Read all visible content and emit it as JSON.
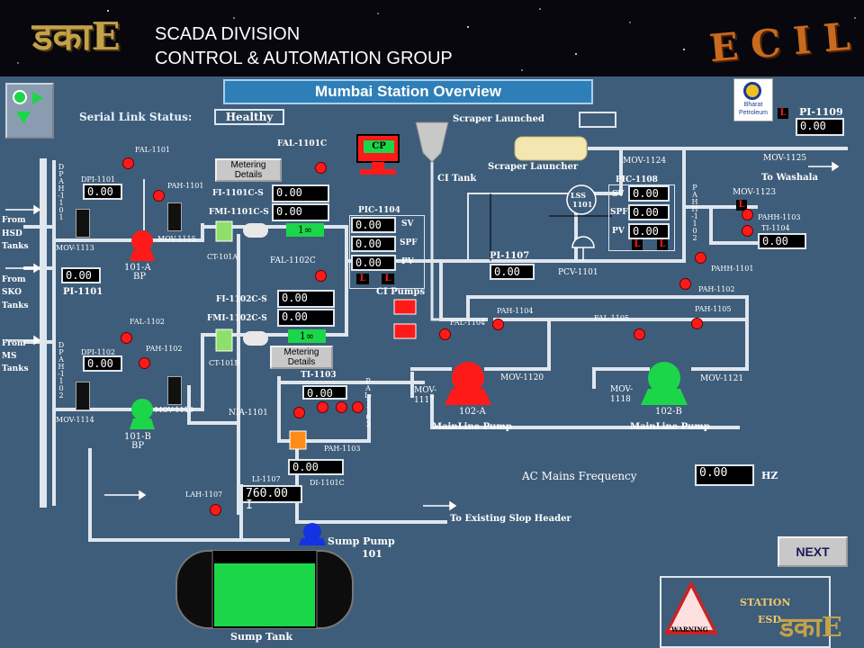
{
  "header": {
    "division": "SCADA DIVISION",
    "group": "CONTROL & AUTOMATION GROUP",
    "ecil_brand": "ECIL"
  },
  "screen": {
    "title": "Mumbai Station Overview",
    "serial_link_label": "Serial Link Status:",
    "serial_link_value": "Healthy",
    "scraper_launched": "Scraper Launched",
    "scraper_launcher": "Scraper Launcher",
    "ci_tank": "CI Tank",
    "ci_pumps": "CI Pumps",
    "to_washala": "To Washala",
    "to_slop": "To Existing Slop Header",
    "ac_freq_label": "AC Mains Frequency",
    "ac_freq_value": "0.00",
    "ac_freq_unit": "HZ",
    "sump_pump": "Sump Pump",
    "sump_pump_no": "101",
    "sump_tank": "Sump Tank",
    "sump_level": 0.85,
    "next_button": "NEXT",
    "station_esd_1": "STATION",
    "station_esd_2": "ESD",
    "warning": "WARNING",
    "cp": "CP",
    "bharat_1": "Bharat",
    "bharat_2": "Petroleum"
  },
  "sources": {
    "hsd": [
      "From",
      "HSD",
      "Tanks"
    ],
    "sko": [
      "From",
      "SKO",
      "Tanks"
    ],
    "ms": [
      "From",
      "MS",
      "Tanks"
    ]
  },
  "tags": {
    "fal_1101": "FAL-1101",
    "dpi_1101": "DPI-1101",
    "dpah_1101": "DPAH-1101",
    "pah_1101": "PAH-1101",
    "mov_1113": "MOV-1113",
    "mov_1115": "MOV-1115",
    "p101a": "101-A",
    "bp": "BP",
    "pi_1101": "PI-1101",
    "fal_1101c": "FAL-1101C",
    "metering": [
      "Metering",
      "Details"
    ],
    "fi_1101c_s": "FI-1101C-S",
    "fmi_1101c_s": "FMI-1101C-S",
    "ct_101a": "CT-101A",
    "fal_1102c": "FAL-1102C",
    "pic_1104": "PIC-1104",
    "sv": "SV",
    "spf": "SPF",
    "pv": "PV",
    "fi_1102c_s": "FI-1102C-S",
    "fmi_1102c_s": "FMI-1102C-S",
    "ct_101b": "CT-101B",
    "fal_1102": "FAL-1102",
    "dpi_1102": "DPI-1102",
    "dpah_1102": "DPAH-1102",
    "pah_1102": "PAH-1102",
    "mov_1114": "MOV-1114",
    "mov_1116": "MOV-1116",
    "p101b": "101-B",
    "ti_1103": "TI-1103",
    "pal_1103": "PAL-1103",
    "nia_1101": "NIA-1101",
    "pah_1103": "PAH-1103",
    "di_1101c": "DI-1101C",
    "li_1107": "LI-1107",
    "lah_1107": "LAH-1107",
    "mov_1124": "MOV-1124",
    "mov_1125": "MOV-1125",
    "pi_1109": "PI-1109",
    "pic_1108": "PIC-1108",
    "lss": [
      "LSS",
      "1101"
    ],
    "pahh_1102": "PAHH-1102",
    "mov_1123": "MOV-1123",
    "pahh_1103": "PAHH-1103",
    "ti_1104": "TI-1104",
    "pahh_1101": "PAHH-1101",
    "pi_1107": "PI-1107",
    "pcv_1101": "PCV-1101",
    "pah_1102b": "PAH-1102",
    "fal_1104": "FAL-1104",
    "pah_1104": "PAH-1104",
    "fal_1105": "FAL-1105",
    "pah_1105": "PAH-1105",
    "mov_1117": [
      "MOV-",
      "1117"
    ],
    "mov_1120": "MOV-1120",
    "p102a": "102-A",
    "mainline_pump": "MainLine Pump",
    "mov_1118": [
      "MOV-",
      "1118"
    ],
    "mov_1121": "MOV-1121",
    "p102b": "102-B",
    "l": "L"
  },
  "values": {
    "dpi_1101": "0.00",
    "pi_1101": "0.00",
    "fi_1101c_s": "0.00",
    "fmi_1101c_s": "0.00",
    "fi_1102c_s": "0.00",
    "fmi_1102c_s": "0.00",
    "pic_1104_sv": "0.00",
    "pic_1104_spf": "0.00",
    "pic_1104_pv": "0.00",
    "dpi_1102": "0.00",
    "ti_1103": "0.00",
    "nia_1101": "0.00",
    "li_1107": "760.00 I",
    "pi_1109": "0.00",
    "pic_1108_sv": "0.00",
    "pic_1108_spf": "0.00",
    "pic_1108_pv": "0.00",
    "ti_1104": "0.00",
    "pi_1107": "0.00",
    "meter_infinity": "1∞"
  },
  "colors": {
    "panel": "#3e5d7a",
    "pipe": "#dfe6ee",
    "alarm": "#ff1a1a",
    "pump_running": "#1cd64a",
    "pump_stopped": "#ff1a1a",
    "title_bar": "#2e7fb8"
  }
}
